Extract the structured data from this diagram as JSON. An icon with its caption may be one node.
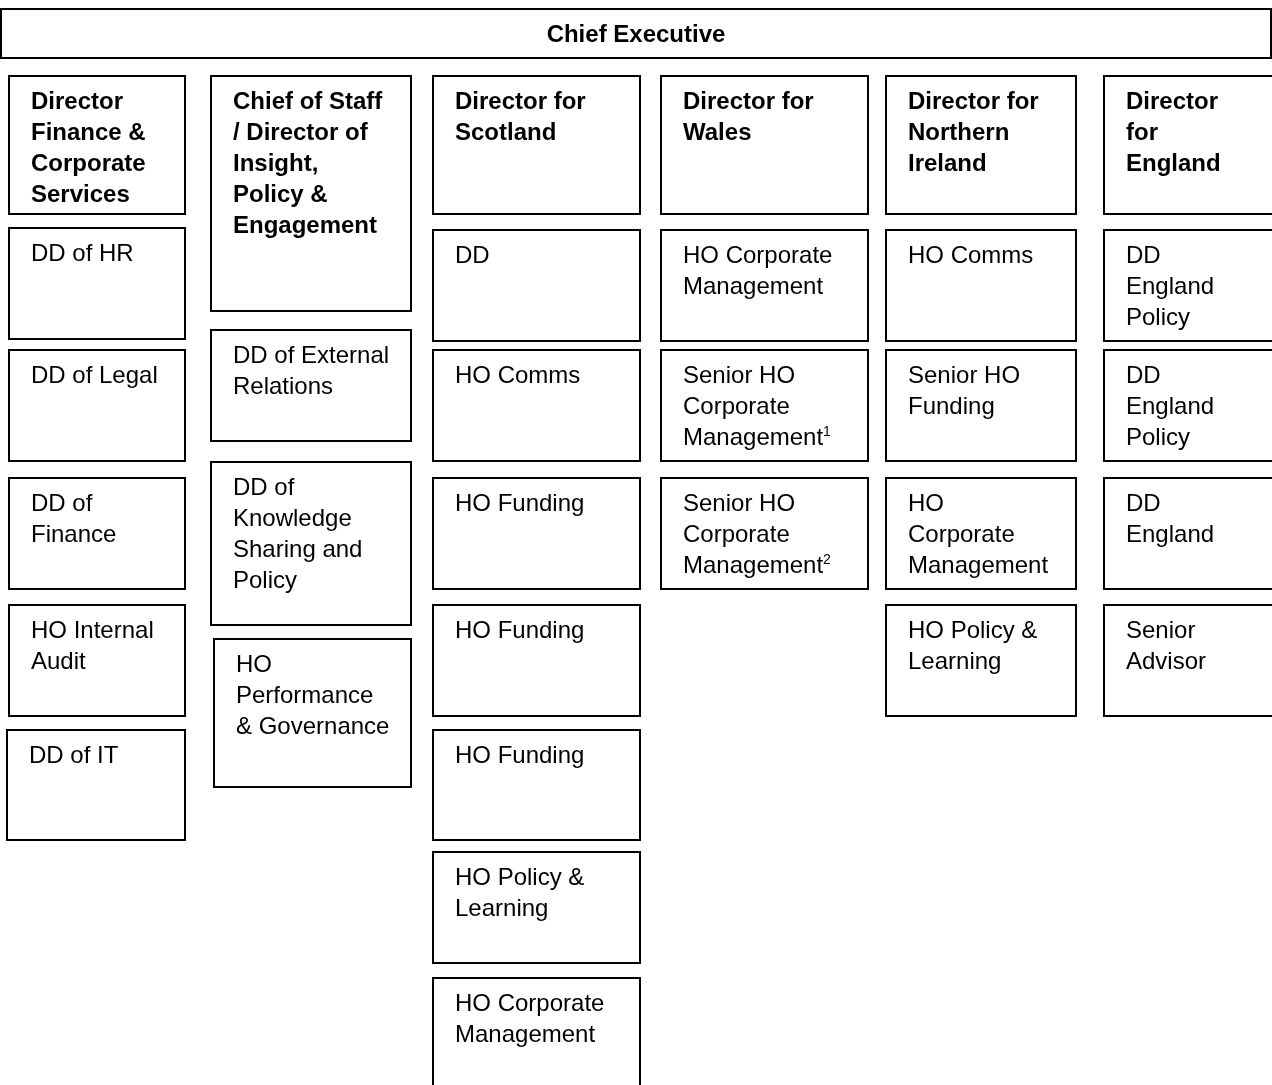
{
  "diagram": {
    "nodes": [
      {
        "text": [
          "Chief Executive"
        ]
      },
      {
        "text": [
          "Director Finance & Corporate Services"
        ]
      },
      {
        "text": [
          "DD of HR"
        ]
      },
      {
        "text": [
          "DD of Legal"
        ]
      },
      {
        "text": [
          "DD of Finance"
        ]
      },
      {
        "text": [
          "HO Internal Audit"
        ]
      },
      {
        "text": [
          "DD of IT"
        ]
      },
      {
        "text": [
          "Chief of Staff / Director of Insight, Policy & Engagement"
        ]
      },
      {
        "text": [
          "DD of External Relations"
        ]
      },
      {
        "text": [
          "DD of Knowledge Sharing and Policy"
        ]
      },
      {
        "text": [
          "HO Performance & Governance"
        ]
      },
      {
        "text": [
          "Director for Scotland"
        ]
      },
      {
        "text": [
          "DD"
        ]
      },
      {
        "text": [
          "HO Comms"
        ]
      },
      {
        "text": [
          "HO Funding"
        ]
      },
      {
        "text": [
          "HO Funding"
        ]
      },
      {
        "text": [
          "HO Funding"
        ]
      },
      {
        "text": [
          "HO Policy & Learning"
        ]
      },
      {
        "text": [
          "HO Corporate Management"
        ]
      },
      {
        "text": [
          "Director for Wales"
        ]
      },
      {
        "text": [
          "HO Corporate Management"
        ]
      },
      {
        "text": [
          "Senior HO Corporate Management$^{1}$"
        ]
      },
      {
        "text": [
          "Senior HO Corporate Management$^{2}$"
        ]
      },
      {
        "text": [
          "Director for Northern Ireland"
        ]
      },
      {
        "text": [
          "HO Comms"
        ]
      },
      {
        "text": [
          "Senior HO Funding"
        ]
      },
      {
        "text": [
          "HO Corporate Management"
        ]
      },
      {
        "text": [
          "HO Policy & Learning"
        ]
      },
      {
        "text": [
          "Director for England"
        ]
      },
      {
        "text": [
          "DD England Policy"
        ]
      },
      {
        "text": [
          "DD England Policy"
        ]
      },
      {
        "text": [
          "DD England"
        ]
      },
      {
        "text": [
          "Senior Advisor"
        ]
      }
    ]
  }
}
